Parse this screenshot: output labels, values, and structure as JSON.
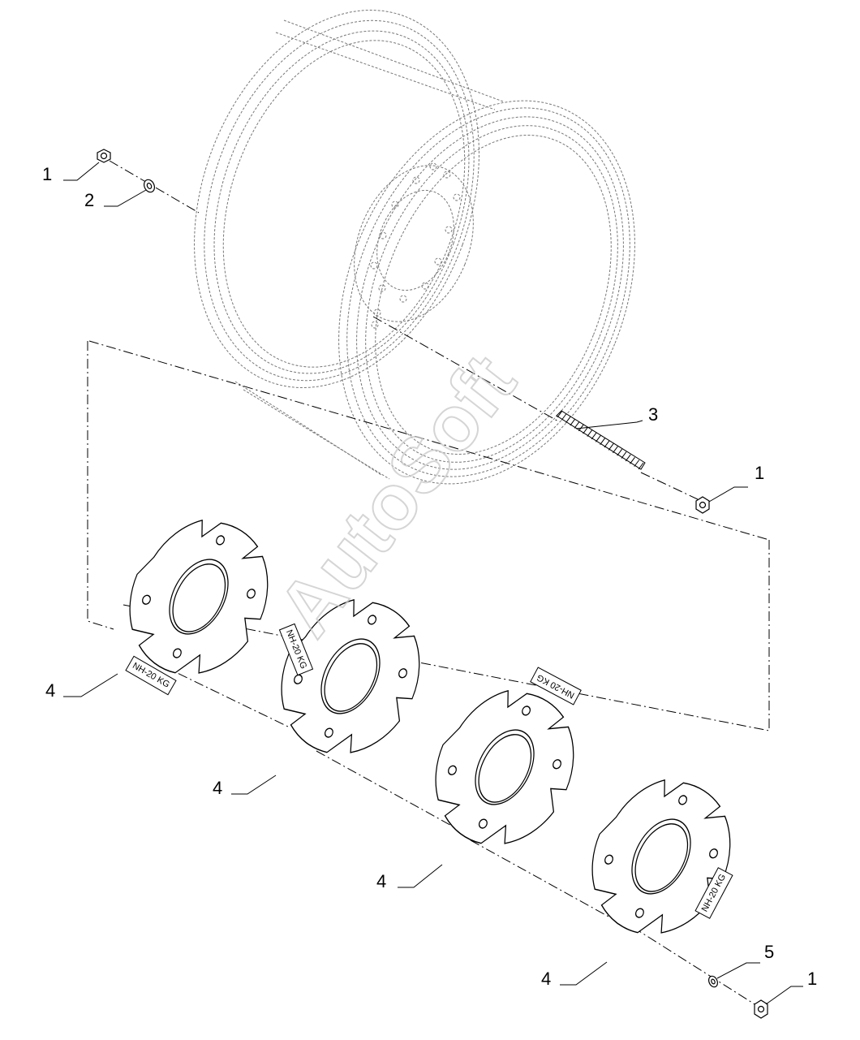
{
  "diagram": {
    "watermark": "AutoSoft",
    "callouts": {
      "c1a": "1",
      "c2": "2",
      "c3": "3",
      "c1b": "1",
      "c4a": "4",
      "c4b": "4",
      "c4c": "4",
      "c4d": "4",
      "c5": "5",
      "c1c": "1"
    },
    "plates": [
      {
        "label": "NH-20 KG"
      },
      {
        "label": "NH-20 KG"
      },
      {
        "label": "NH-20 KG"
      },
      {
        "label": "NH-20 KG"
      }
    ]
  }
}
